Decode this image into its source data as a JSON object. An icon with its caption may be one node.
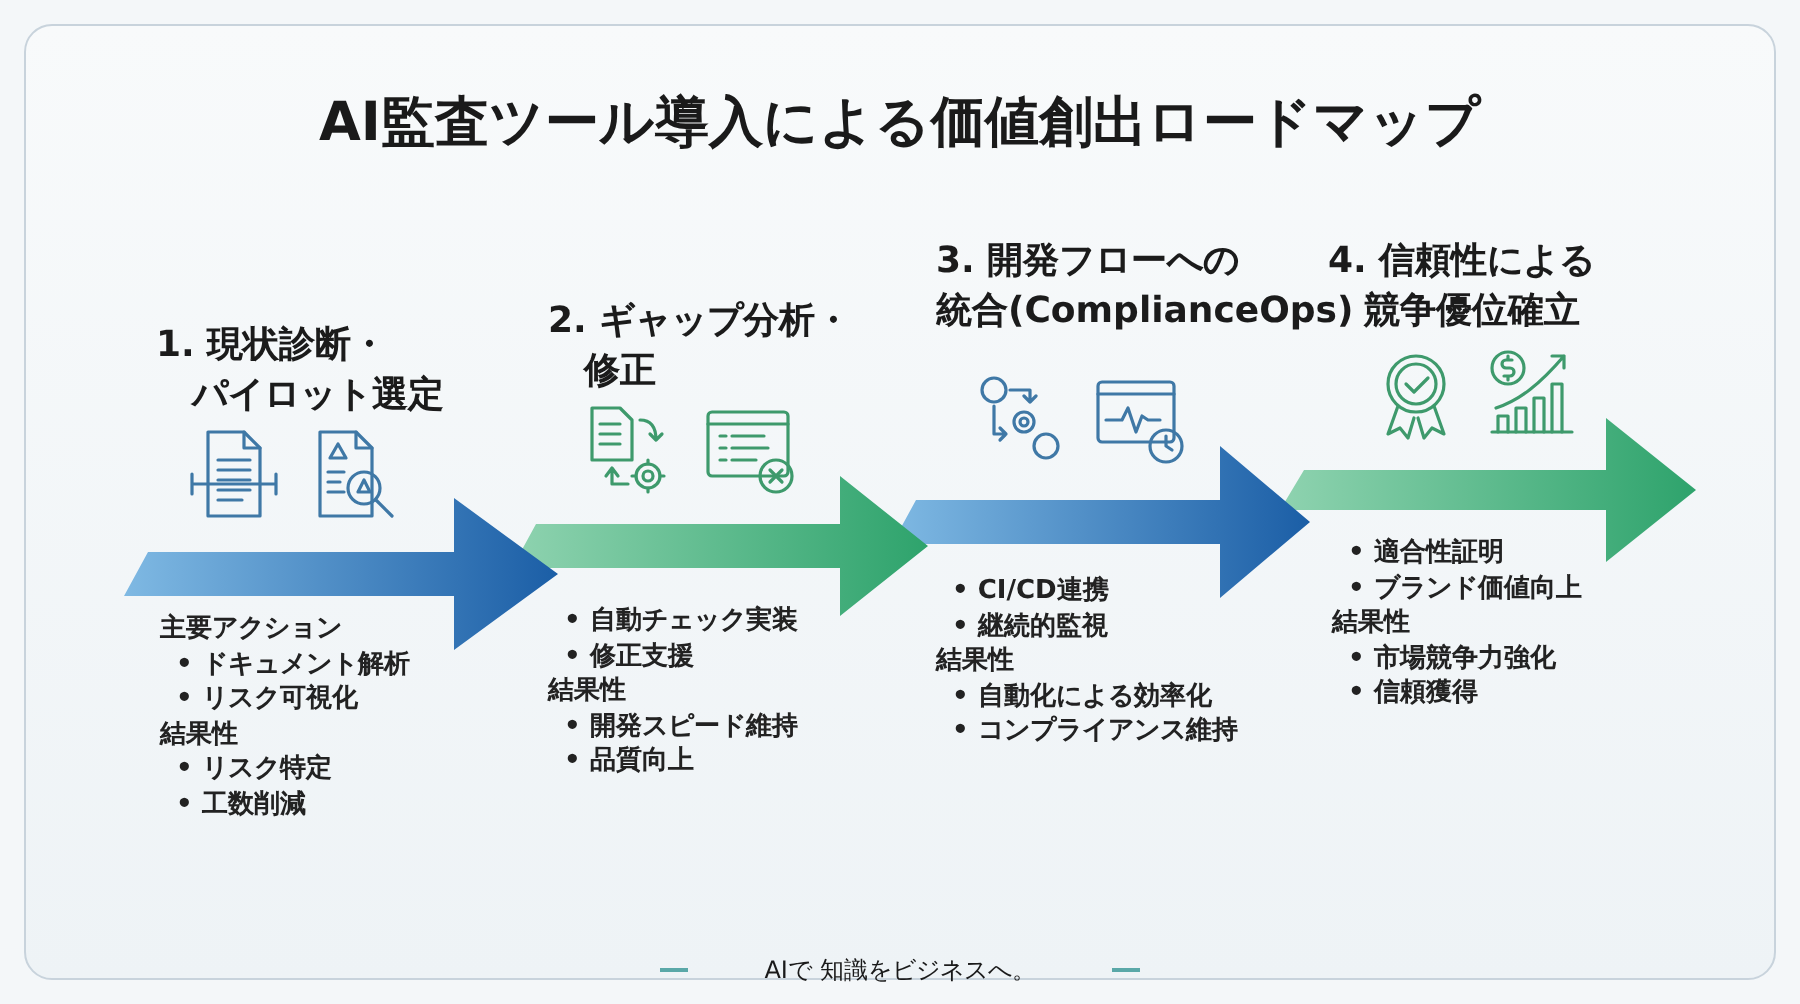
{
  "diagram": {
    "title": "AI監査ツール導入による価値創出ロードマップ",
    "nodes": [
      {
        "text": [
          "1. 現状診断・パイロット選定",
          "主要アクション",
          "• ドキュメント解析",
          "• リスク可視化",
          "結果性",
          "• リスク特定",
          "• 工数削減"
        ]
      },
      {
        "text": [
          "2. ギャップ分析・修正",
          "• 自動チェック実装",
          "• 修正支援",
          "結果性",
          "• 開発スピード維持",
          "• 品質向上"
        ]
      },
      {
        "text": [
          "3. 開発フローへの統合(ComplianceOps)",
          "• CI/CD連携",
          "• 継続的監視",
          "結果性",
          "• 自動化による効率化",
          "• コンプライアンス維持"
        ]
      },
      {
        "text": [
          "4. 信頼性による競争優位確立",
          "• 適合性証明",
          "• ブランド価値向上",
          "結果性",
          "• 市場競争力強化",
          "• 信頼獲得"
        ]
      }
    ],
    "labels": [
      "AIで 知識をビジネスへ。"
    ]
  }
}
